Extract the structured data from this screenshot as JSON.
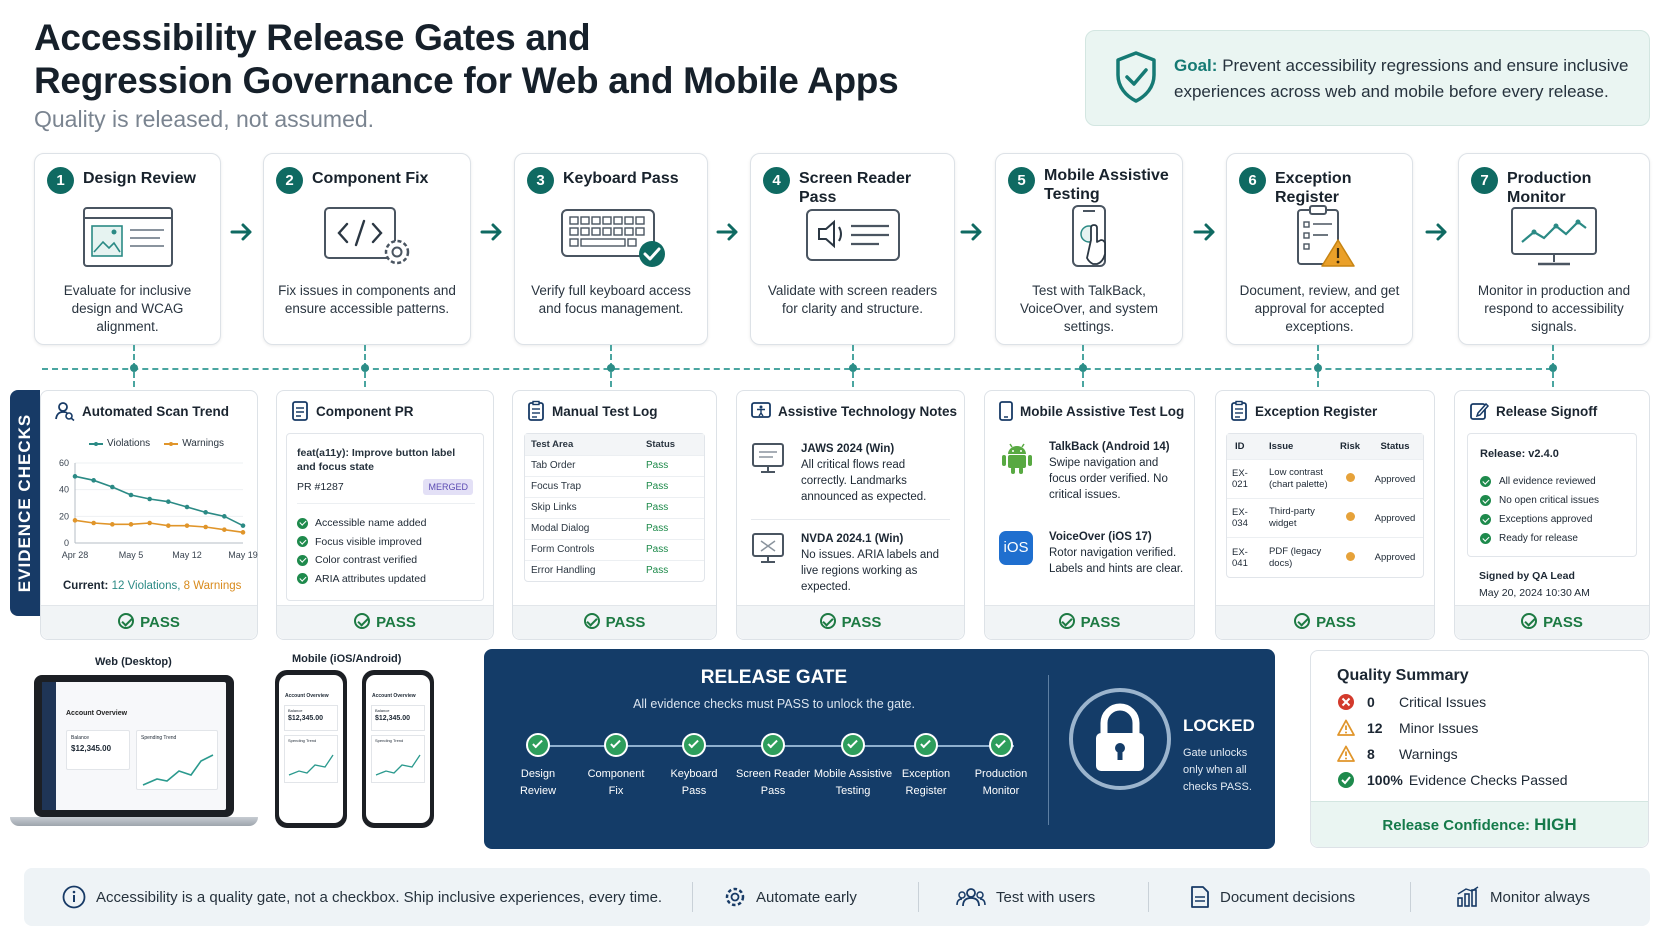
{
  "header": {
    "title_line1": "Accessibility Release Gates and",
    "title_line2": "Regression Governance for Web and Mobile Apps",
    "subtitle": "Quality is released, not assumed."
  },
  "goal": {
    "label": "Goal:",
    "text": "Prevent accessibility regressions and ensure inclusive experiences across web and mobile before every release.",
    "icon": "shield-check-icon"
  },
  "steps": [
    {
      "num": "1",
      "name": "Design Review",
      "desc": "Evaluate for inclusive design and WCAG alignment.",
      "icon": "design-mockup-icon"
    },
    {
      "num": "2",
      "name": "Component Fix",
      "desc": "Fix issues in components and ensure accessible patterns.",
      "icon": "code-gear-icon"
    },
    {
      "num": "3",
      "name": "Keyboard Pass",
      "desc": "Verify full keyboard access and focus management.",
      "icon": "keyboard-check-icon"
    },
    {
      "num": "4",
      "name": "Screen Reader Pass",
      "desc": "Validate with screen readers for clarity and structure.",
      "icon": "screen-reader-icon"
    },
    {
      "num": "5",
      "name": "Mobile Assistive Testing",
      "desc": "Test with TalkBack, VoiceOver, and system settings.",
      "icon": "phone-touch-icon"
    },
    {
      "num": "6",
      "name": "Exception Register",
      "desc": "Document, review, and get approval for accepted exceptions.",
      "icon": "clipboard-warning-icon"
    },
    {
      "num": "7",
      "name": "Production Monitor",
      "desc": "Monitor in production and respond to accessibility signals.",
      "icon": "monitor-chart-icon"
    }
  ],
  "evidence_label": "EVIDENCE CHECKS",
  "pass_label": "PASS",
  "scan": {
    "title": "Automated Scan Trend",
    "legend_violations": "Violations",
    "legend_warnings": "Warnings",
    "current_label": "Current:",
    "current_violations": "12 Violations,",
    "current_warnings": "8 Warnings"
  },
  "chart_data": {
    "type": "line",
    "title": "Automated Scan Trend",
    "x": [
      "Apr 28",
      "",
      "",
      "May 5",
      "",
      "",
      "May 12",
      "",
      "",
      "May 19"
    ],
    "xticks": [
      "Apr 28",
      "May 5",
      "May 12",
      "May 19"
    ],
    "series": [
      {
        "name": "Violations",
        "values": [
          50,
          47,
          42,
          36,
          33,
          31,
          27,
          23,
          20,
          13
        ]
      },
      {
        "name": "Warnings",
        "values": [
          17,
          15,
          14,
          14,
          15,
          13,
          13,
          12,
          10,
          8
        ]
      }
    ],
    "ylim": [
      0,
      60
    ],
    "yticks": [
      0,
      20,
      40,
      60
    ],
    "colors": {
      "Violations": "#2b8a85",
      "Warnings": "#e0952a"
    }
  },
  "pr": {
    "title": "Component PR",
    "commit": "feat(a11y): Improve button label and focus state",
    "number": "PR #1287",
    "badge": "MERGED",
    "checks": [
      "Accessible name added",
      "Focus visible improved",
      "Color contrast verified",
      "ARIA attributes updated"
    ]
  },
  "manual": {
    "title": "Manual Test Log",
    "col_area": "Test Area",
    "col_status": "Status",
    "rows": [
      {
        "area": "Tab Order",
        "status": "Pass"
      },
      {
        "area": "Focus Trap",
        "status": "Pass"
      },
      {
        "area": "Skip Links",
        "status": "Pass"
      },
      {
        "area": "Modal Dialog",
        "status": "Pass"
      },
      {
        "area": "Form Controls",
        "status": "Pass"
      },
      {
        "area": "Error Handling",
        "status": "Pass"
      }
    ]
  },
  "at": {
    "title": "Assistive Technology Notes",
    "notes": [
      {
        "name": "JAWS 2024 (Win)",
        "text": "All critical flows read correctly. Landmarks announced as expected."
      },
      {
        "name": "NVDA 2024.1 (Win)",
        "text": "No issues. ARIA labels and live regions working as expected."
      }
    ]
  },
  "mobile": {
    "title": "Mobile Assistive Test Log",
    "ios_badge": "iOS",
    "notes": [
      {
        "name": "TalkBack (Android 14)",
        "text": "Swipe navigation and focus order verified. No critical issues."
      },
      {
        "name": "VoiceOver (iOS 17)",
        "text": "Rotor navigation verified. Labels and hints are clear."
      }
    ]
  },
  "exc": {
    "title": "Exception Register",
    "cols": [
      "ID",
      "Issue",
      "Risk",
      "Status"
    ],
    "rows": [
      {
        "id": "EX-021",
        "issue": "Low contrast (chart palette)",
        "status": "Approved"
      },
      {
        "id": "EX-034",
        "issue": "Third-party widget",
        "status": "Approved"
      },
      {
        "id": "EX-041",
        "issue": "PDF (legacy docs)",
        "status": "Approved"
      }
    ]
  },
  "signoff": {
    "title": "Release Signoff",
    "release": "Release: v2.4.0",
    "checks": [
      "All evidence reviewed",
      "No open critical issues",
      "Exceptions approved",
      "Ready for release"
    ],
    "signed_by": "Signed by QA Lead",
    "date": "May 20, 2024 10:30 AM"
  },
  "devices": {
    "web_label": "Web (Desktop)",
    "mobile_label": "Mobile (iOS/Android)",
    "screen_title": "Account Overview",
    "balance_label": "Balance",
    "balance": "$12,345.00",
    "trend_label": "Spending Trend"
  },
  "gate": {
    "title": "RELEASE GATE",
    "subtitle": "All evidence checks must PASS to unlock the gate.",
    "steps": [
      "Design Review",
      "Component Fix",
      "Keyboard Pass",
      "Screen Reader Pass",
      "Mobile Assistive Testing",
      "Exception Register",
      "Production Monitor"
    ],
    "lock_state": "LOCKED",
    "lock_text": "Gate unlocks only when all checks PASS."
  },
  "quality": {
    "title": "Quality Summary",
    "items": [
      {
        "value": "0",
        "label": "Critical Issues"
      },
      {
        "value": "12",
        "label": "Minor Issues"
      },
      {
        "value": "8",
        "label": "Warnings"
      },
      {
        "value": "100%",
        "label": "Evidence Checks Passed"
      }
    ],
    "confidence_label": "Release Confidence:",
    "confidence_value": "HIGH"
  },
  "footer": {
    "message": "Accessibility is a quality gate, not a checkbox. Ship inclusive experiences, every time.",
    "items": [
      "Automate early",
      "Test with users",
      "Document decisions",
      "Monitor always"
    ]
  }
}
